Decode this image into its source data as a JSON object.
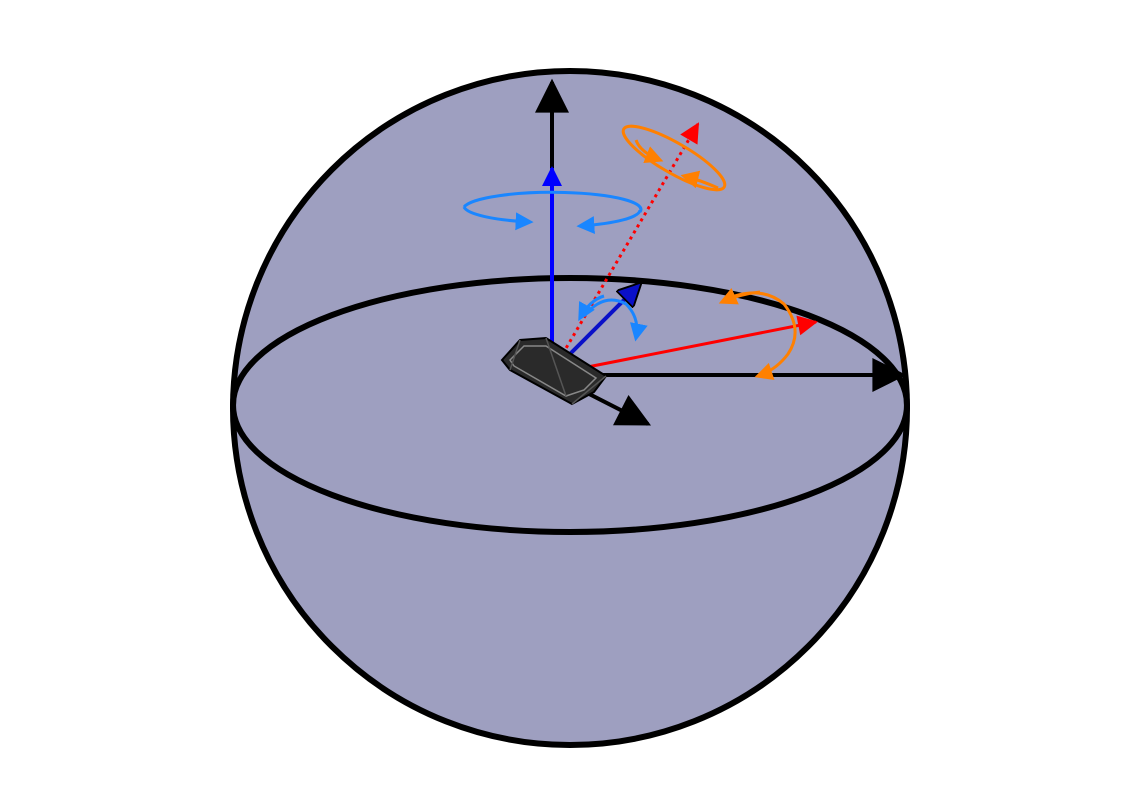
{
  "diagram": {
    "sphere_fill": "#9e9fc0",
    "outline_color": "#000000",
    "vector_color_red": "#ff0000",
    "vector_color_blue": "#0000ff",
    "vector_color_darkblue": "#0a10c8",
    "rotation_color_orange": "#ff8000",
    "rotation_color_lightblue": "#1a86ff",
    "device_color": "#2a2a2a",
    "icons": [
      "sphere",
      "equator-ellipse",
      "device-icon",
      "axis-arrow",
      "rotation-arrow"
    ]
  }
}
